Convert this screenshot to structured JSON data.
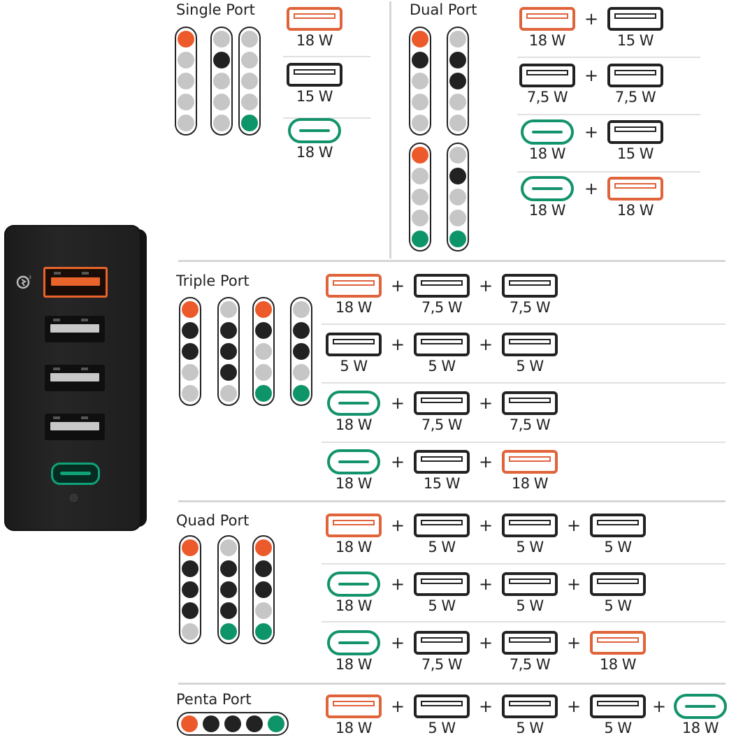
{
  "sections": {
    "single": {
      "title": "Single Port",
      "leds": [
        [
          "o",
          "g",
          "g",
          "g",
          "g"
        ],
        [
          "g",
          "b",
          "g",
          "g",
          "g"
        ],
        [
          "g",
          "g",
          "g",
          "g",
          "t"
        ]
      ],
      "options": [
        {
          "ports": [
            {
              "type": "qc",
              "watt": "18 W"
            }
          ]
        },
        {
          "ports": [
            {
              "type": "usb",
              "watt": "15 W"
            }
          ]
        },
        {
          "ports": [
            {
              "type": "c",
              "watt": "18 W"
            }
          ]
        }
      ]
    },
    "dual": {
      "title": "Dual Port",
      "leds": [
        [
          "o",
          "b",
          "g",
          "g",
          "g"
        ],
        [
          "g",
          "b",
          "b",
          "g",
          "g"
        ],
        [
          "o",
          "g",
          "g",
          "g",
          "t"
        ],
        [
          "g",
          "b",
          "g",
          "g",
          "t"
        ]
      ],
      "options": [
        {
          "ports": [
            {
              "type": "qc",
              "watt": "18 W"
            },
            {
              "type": "usb",
              "watt": "15 W"
            }
          ]
        },
        {
          "ports": [
            {
              "type": "usb",
              "watt": "7,5 W"
            },
            {
              "type": "usb",
              "watt": "7,5 W"
            }
          ]
        },
        {
          "ports": [
            {
              "type": "c",
              "watt": "18 W"
            },
            {
              "type": "usb",
              "watt": "15 W"
            }
          ]
        },
        {
          "ports": [
            {
              "type": "c",
              "watt": "18 W"
            },
            {
              "type": "qc",
              "watt": "18 W"
            }
          ]
        }
      ]
    },
    "triple": {
      "title": "Triple Port",
      "leds": [
        [
          "o",
          "b",
          "b",
          "g",
          "g"
        ],
        [
          "g",
          "b",
          "b",
          "b",
          "g"
        ],
        [
          "o",
          "b",
          "g",
          "g",
          "t"
        ],
        [
          "g",
          "b",
          "b",
          "g",
          "t"
        ]
      ],
      "options": [
        {
          "ports": [
            {
              "type": "qc",
              "watt": "18 W"
            },
            {
              "type": "usb",
              "watt": "7,5 W"
            },
            {
              "type": "usb",
              "watt": "7,5 W"
            }
          ]
        },
        {
          "ports": [
            {
              "type": "usb",
              "watt": "5 W"
            },
            {
              "type": "usb",
              "watt": "5 W"
            },
            {
              "type": "usb",
              "watt": "5 W"
            }
          ]
        },
        {
          "ports": [
            {
              "type": "c",
              "watt": "18 W"
            },
            {
              "type": "usb",
              "watt": "7,5 W"
            },
            {
              "type": "usb",
              "watt": "7,5 W"
            }
          ]
        },
        {
          "ports": [
            {
              "type": "c",
              "watt": "18 W"
            },
            {
              "type": "usb",
              "watt": "15 W"
            },
            {
              "type": "qc",
              "watt": "18 W"
            }
          ]
        }
      ]
    },
    "quad": {
      "title": "Quad Port",
      "leds": [
        [
          "o",
          "b",
          "b",
          "b",
          "g"
        ],
        [
          "g",
          "b",
          "b",
          "b",
          "t"
        ],
        [
          "o",
          "b",
          "b",
          "g",
          "t"
        ]
      ],
      "options": [
        {
          "ports": [
            {
              "type": "qc",
              "watt": "18 W"
            },
            {
              "type": "usb",
              "watt": "5 W"
            },
            {
              "type": "usb",
              "watt": "5 W"
            },
            {
              "type": "usb",
              "watt": "5 W"
            }
          ]
        },
        {
          "ports": [
            {
              "type": "c",
              "watt": "18 W"
            },
            {
              "type": "usb",
              "watt": "5 W"
            },
            {
              "type": "usb",
              "watt": "5 W"
            },
            {
              "type": "usb",
              "watt": "5 W"
            }
          ]
        },
        {
          "ports": [
            {
              "type": "c",
              "watt": "18 W"
            },
            {
              "type": "usb",
              "watt": "7,5 W"
            },
            {
              "type": "usb",
              "watt": "7,5 W"
            },
            {
              "type": "qc",
              "watt": "18 W"
            }
          ]
        }
      ]
    },
    "penta": {
      "title": "Penta Port",
      "leds": [
        [
          "o",
          "b",
          "b",
          "b",
          "t"
        ]
      ],
      "options": [
        {
          "ports": [
            {
              "type": "qc",
              "watt": "18 W"
            },
            {
              "type": "usb",
              "watt": "5 W"
            },
            {
              "type": "usb",
              "watt": "5 W"
            },
            {
              "type": "usb",
              "watt": "5 W"
            },
            {
              "type": "c",
              "watt": "18 W"
            }
          ]
        }
      ]
    }
  },
  "colors": {
    "orange": "#ec5a2c",
    "black": "#222222",
    "gray": "#c6c6c6",
    "green": "#0d9468"
  },
  "icons": {
    "qc": "usb-a-quick-charge-icon",
    "usb": "usb-a-icon",
    "c": "usb-c-icon"
  }
}
